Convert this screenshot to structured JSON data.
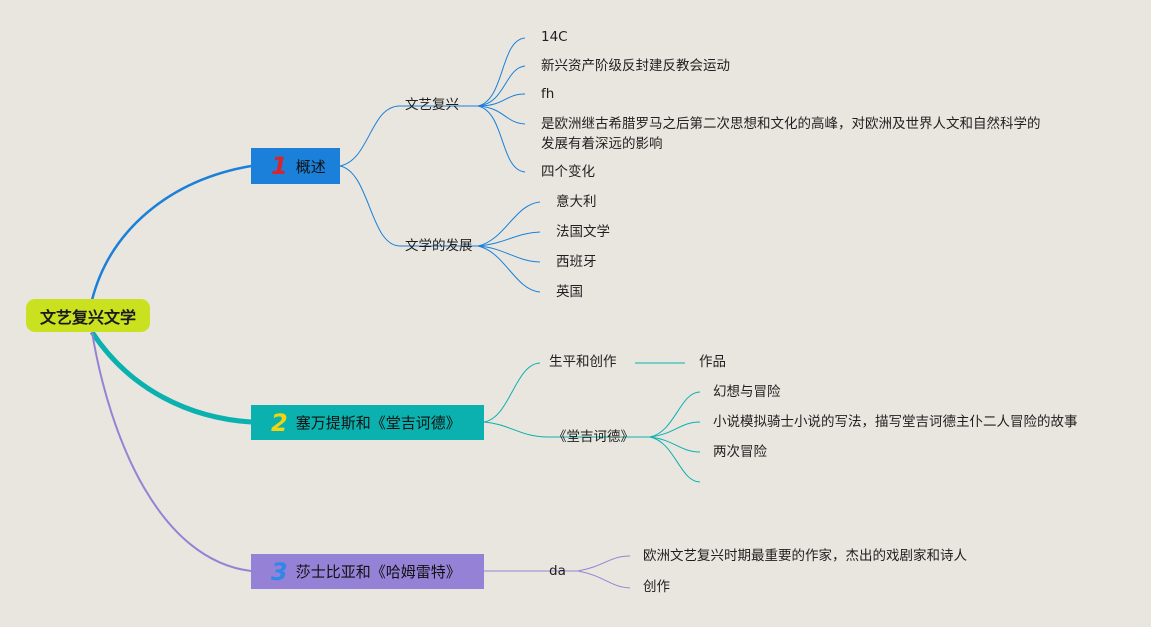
{
  "root": {
    "label": "文艺复兴文学"
  },
  "branches": [
    {
      "number": "1",
      "label": "概述",
      "color": "#1a80d9",
      "number_color": "#d9232e"
    },
    {
      "number": "2",
      "label": "塞万提斯和《堂吉诃德》",
      "color": "#0bb1ae",
      "number_color": "#f2d50f"
    },
    {
      "number": "3",
      "label": "莎士比亚和《哈姆雷特》",
      "color": "#9582d6",
      "number_color": "#2f87e8"
    }
  ],
  "b1": {
    "renaissance": {
      "label": "文艺复兴",
      "items": [
        "14C",
        "新兴资产阶级反封建反教会运动",
        "fh",
        "是欧洲继古希腊罗马之后第二次思想和文化的高峰，对欧洲及世界人文和自然科学的发展有着深远的影响",
        "四个变化"
      ]
    },
    "literature": {
      "label": "文学的发展",
      "items": [
        "意大利",
        "法国文学",
        "西班牙",
        "英国"
      ]
    }
  },
  "b2": {
    "life": {
      "label": "生平和创作",
      "child": "作品"
    },
    "don": {
      "label": "《堂吉诃德》",
      "items": [
        "幻想与冒险",
        "小说模拟骑士小说的写法，描写堂吉诃德主仆二人冒险的故事",
        "两次冒险"
      ]
    }
  },
  "b3": {
    "da": {
      "label": "da",
      "items": [
        "欧洲文艺复兴时期最重要的作家，杰出的戏剧家和诗人",
        "创作"
      ]
    }
  }
}
